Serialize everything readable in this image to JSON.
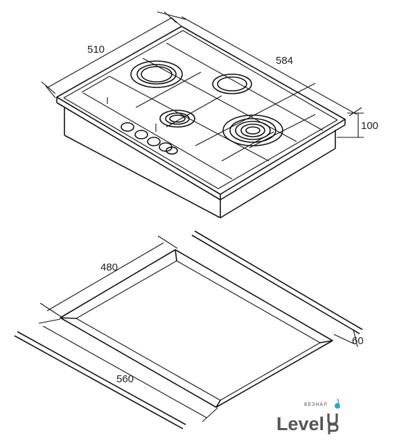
{
  "hob_dimensions": {
    "depth": "510",
    "width": "584",
    "height": "100"
  },
  "cutout_dimensions": {
    "depth": "480",
    "width": "560",
    "clearance": "60"
  },
  "logo": {
    "word": "Level",
    "tag": "БЕЗНАЛ",
    "suffix": "UP",
    "colors": {
      "text": "#555555",
      "accent": "#29a6e0"
    }
  },
  "hob": {
    "burners": [
      "large-burner",
      "medium-burner",
      "small-burner",
      "triple-crown-burner"
    ],
    "knob_count": 5
  }
}
